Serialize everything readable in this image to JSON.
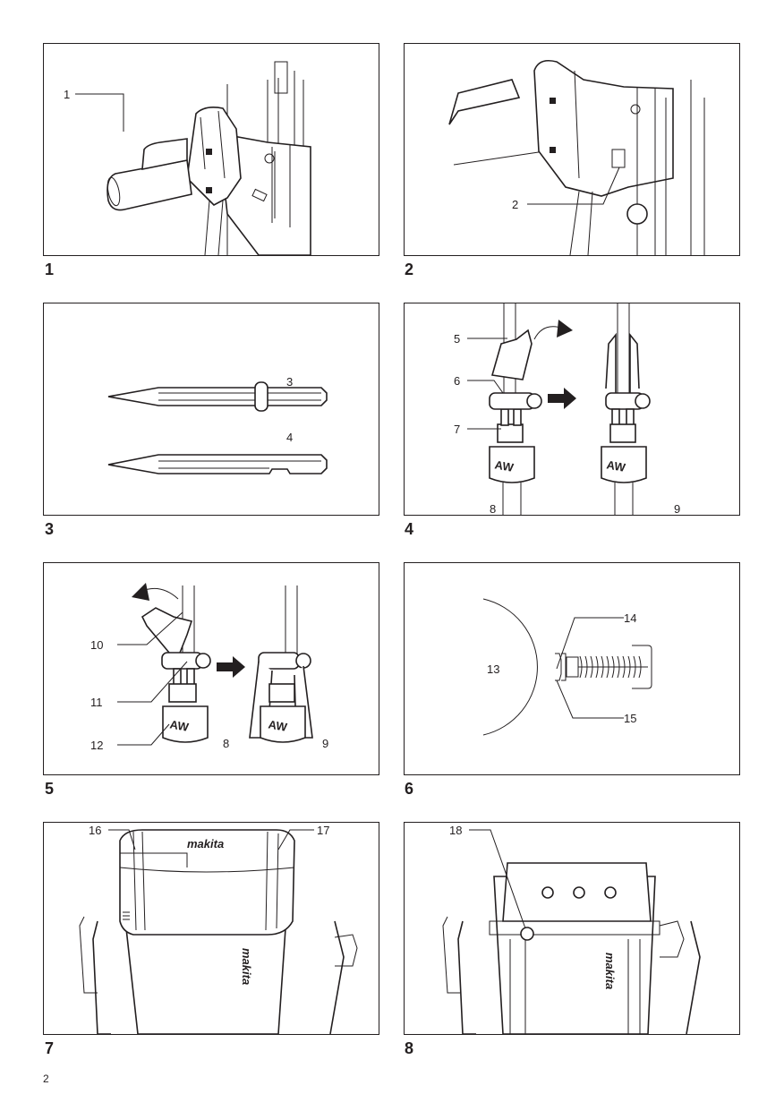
{
  "figures": [
    {
      "number": "1",
      "callouts": [
        "1"
      ]
    },
    {
      "number": "2",
      "callouts": [
        "2"
      ]
    },
    {
      "number": "3",
      "callouts": [
        "3",
        "4"
      ]
    },
    {
      "number": "4",
      "callouts": [
        "5",
        "6",
        "7",
        "8",
        "9"
      ]
    },
    {
      "number": "5",
      "callouts": [
        "10",
        "11",
        "12",
        "8",
        "9"
      ]
    },
    {
      "number": "6",
      "callouts": [
        "13",
        "14",
        "15"
      ]
    },
    {
      "number": "7",
      "callouts": [
        "16",
        "17"
      ],
      "logo_text": "makita"
    },
    {
      "number": "8",
      "callouts": [
        "18"
      ],
      "logo_text": "makita"
    }
  ],
  "page_number": "2"
}
